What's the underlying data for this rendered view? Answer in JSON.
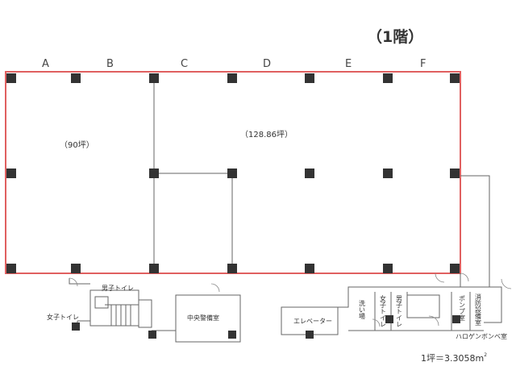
{
  "title": "（1階）",
  "columns": [
    "A",
    "B",
    "C",
    "D",
    "E",
    "F"
  ],
  "areas": {
    "left": "（90坪）",
    "right": "（128.86坪）"
  },
  "rooms": {
    "mens_toilet_left": "男子トイレ",
    "womens_toilet_left": "女子トイレ",
    "central_security": "中央警備室",
    "elevator": "エレベーター",
    "washroom": "洗い場",
    "womens_toilet_right": "女子トイレ",
    "mens_toilet_right": "男子トイレ",
    "pump_room": "ポンプ室",
    "fire_equipment": "消防設備室",
    "halogen_cylinder": "ハロゲンボンベ室"
  },
  "note": "1坪＝3.3058m",
  "note_sup": "2",
  "colors": {
    "tenant_outline": "#e06060",
    "column": "#333333",
    "wall": "#666666"
  }
}
